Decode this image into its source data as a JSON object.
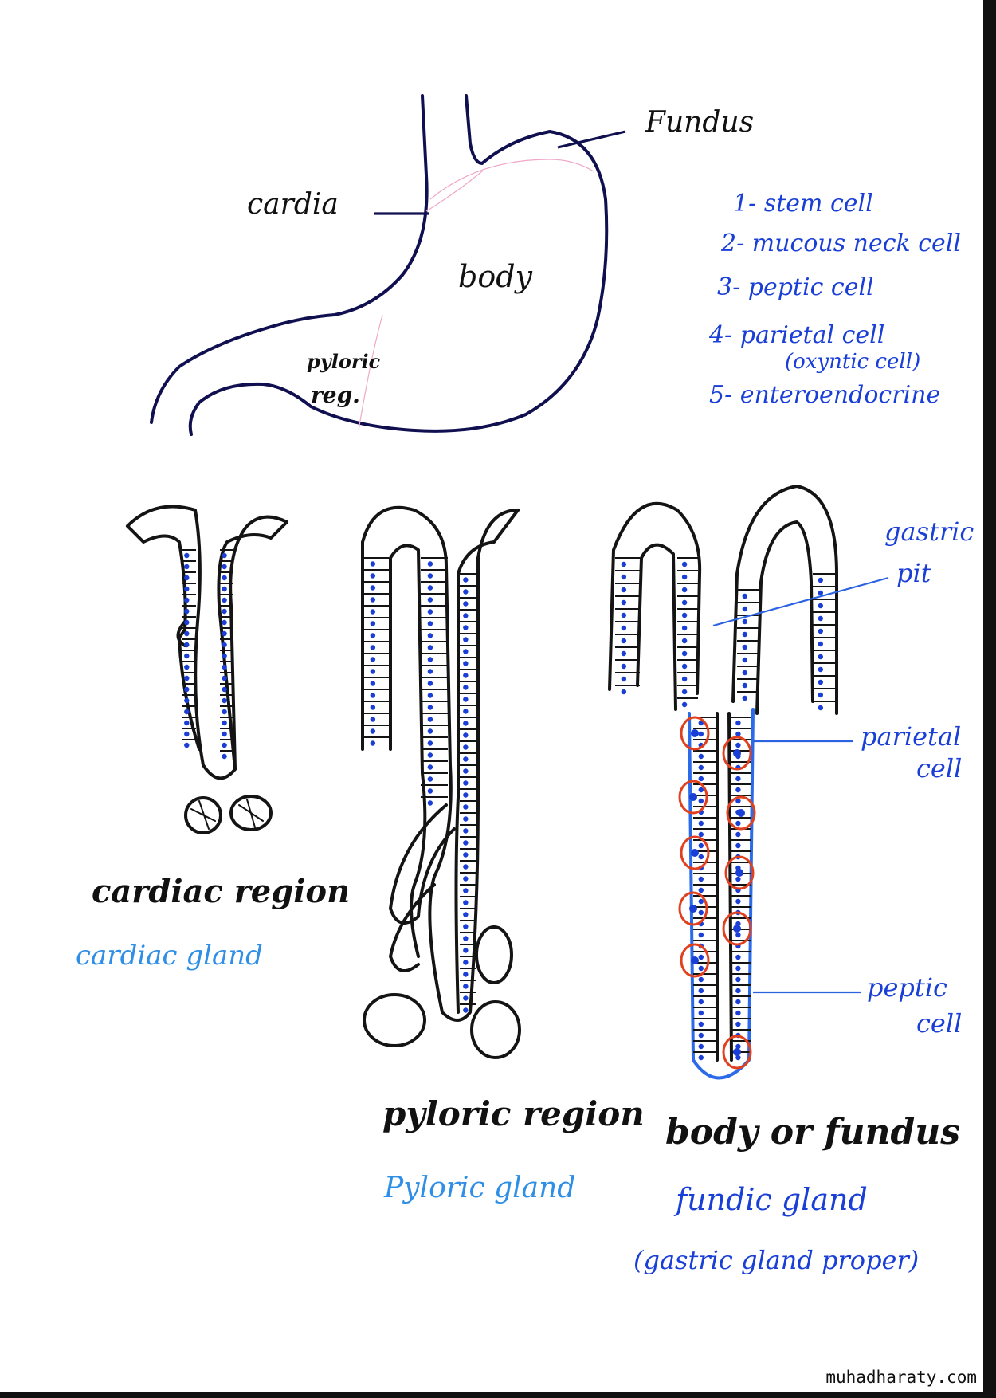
{
  "stomach_labels": {
    "fundus": "Fundus",
    "cardia": "cardia",
    "body": "body",
    "pyloric_line1": "pyloric",
    "pyloric_line2": "reg."
  },
  "cell_list": [
    "1- stem cell",
    "2- mucous neck cell",
    "3- peptic cell",
    "4- parietal cell",
    "(oxyntic cell)",
    "5- enteroendocrine"
  ],
  "regions": {
    "cardiac": {
      "title": "cardiac region",
      "gland": "cardiac gland"
    },
    "pyloric": {
      "title": "pyloric region",
      "gland": "Pyloric gland"
    },
    "fundic": {
      "title": "body or fundus",
      "gland": "fundic gland",
      "gland_note": "(gastric gland proper)"
    }
  },
  "callouts": {
    "gastric_pit_1": "gastric",
    "gastric_pit_2": "pit",
    "parietal_1": "parietal",
    "parietal_2": "cell",
    "peptic_1": "peptic",
    "peptic_2": "cell"
  },
  "watermark": "muhadharaty.com",
  "colors": {
    "outline": "#141414",
    "nuclei": "#1a3fd6",
    "parietal_cell": "#e0401e",
    "blue_ink": "#1a3fd6",
    "light_blue_ink": "#2f8ee6"
  }
}
